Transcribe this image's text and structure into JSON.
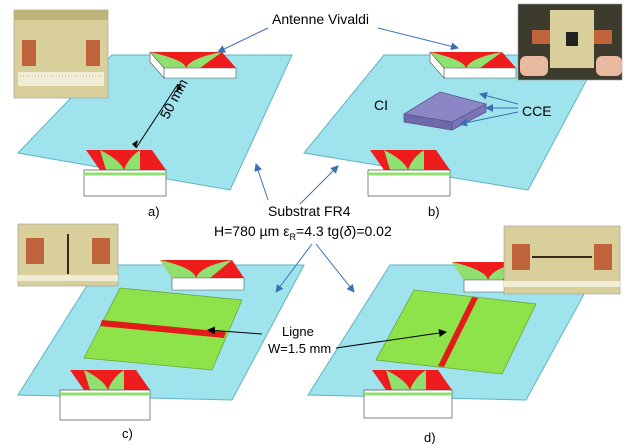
{
  "labels": {
    "antenna": "Antenne Vivaldi",
    "distance": "50 mm",
    "ci": "CI",
    "cce": "CCE",
    "substrate_title": "Substrat FR4",
    "substrate_h": "H=780 µm",
    "substrate_eps_symbol": "ε",
    "substrate_eps_sub": "R",
    "substrate_eps_value": "=4.3 tg(",
    "substrate_delta": "δ",
    "substrate_tail": ")=0.02",
    "ligne": "Ligne",
    "ligne_w": "W=1.5 mm",
    "panel_a": "a)",
    "panel_b": "b)",
    "panel_c": "c)",
    "panel_d": "d)"
  },
  "colors": {
    "substrate": "#9fe3ec",
    "substrate_edge": "#5fb3c6",
    "antenna_red": "#ee1c1c",
    "antenna_green": "#8fe06f",
    "chip": "#8c86c6",
    "board_green": "#8ee24a",
    "line_red": "#e21a1a",
    "arrow": "#3a6fb5",
    "photo_bg": "#d8cf9a"
  }
}
